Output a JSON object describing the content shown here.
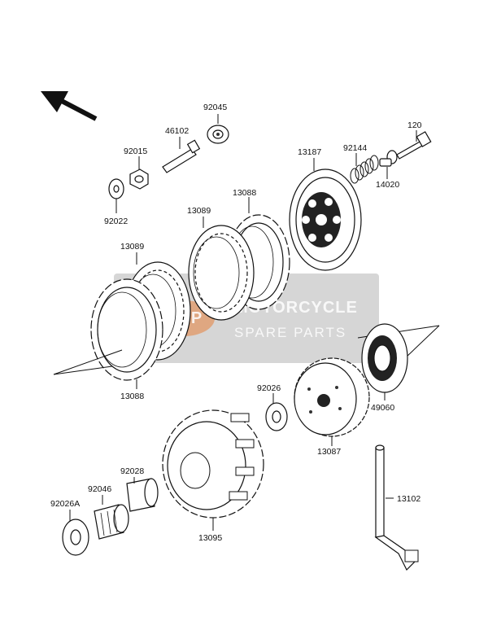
{
  "watermark": {
    "logo": "MSP",
    "line1": "MOTORCYCLE",
    "line2": "SPARE PARTS",
    "box_color": "#8a8a8a",
    "logo_color": "#e8823c"
  },
  "parts": [
    {
      "id": "92045",
      "name": "ball bearing"
    },
    {
      "id": "46102",
      "name": "push rod"
    },
    {
      "id": "92015",
      "name": "nut"
    },
    {
      "id": "92022",
      "name": "washer"
    },
    {
      "id": "13187",
      "name": "pressure plate"
    },
    {
      "id": "92144",
      "name": "clutch spring"
    },
    {
      "id": "120",
      "name": "bolt"
    },
    {
      "id": "14020",
      "name": "spring holder"
    },
    {
      "id": "13088",
      "name": "steel plate"
    },
    {
      "id": "13089",
      "name": "friction plate"
    },
    {
      "id": "13089",
      "name": "friction plate"
    },
    {
      "id": "13088",
      "name": "steel plate"
    },
    {
      "id": "92026",
      "name": "washer"
    },
    {
      "id": "49060",
      "name": "clutch damper"
    },
    {
      "id": "13087",
      "name": "clutch hub"
    },
    {
      "id": "92028",
      "name": "collar"
    },
    {
      "id": "92046",
      "name": "needle bearing"
    },
    {
      "id": "92026A",
      "name": "thrust washer"
    },
    {
      "id": "13095",
      "name": "clutch housing"
    },
    {
      "id": "13102",
      "name": "release lever shaft"
    }
  ]
}
